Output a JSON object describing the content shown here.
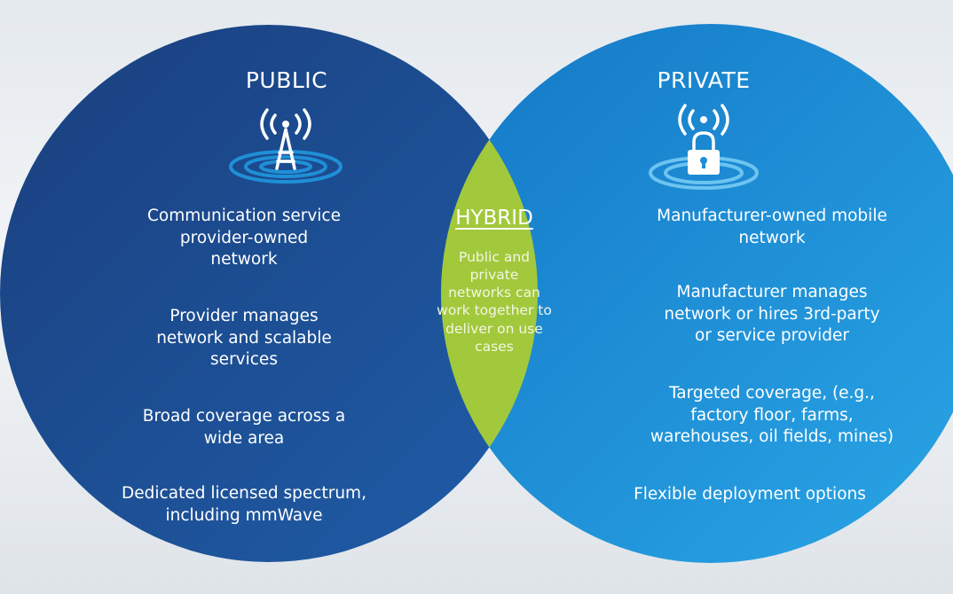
{
  "public": {
    "title": "PUBLIC",
    "items": [
      "Communication service\nprovider-owned\nnetwork",
      "Provider manages\nnetwork and scalable\nservices",
      "Broad coverage across a\nwide area",
      "Dedicated licensed spectrum,\nincluding mmWave"
    ]
  },
  "private": {
    "title": "PRIVATE",
    "items": [
      "Manufacturer-owned mobile\nnetwork",
      "Manufacturer manages\nnetwork or hires 3rd-party\nor service provider",
      "Targeted coverage, (e.g.,\nfactory floor, farms,\nwarehouses, oil fields, mines)",
      "Flexible deployment options"
    ]
  },
  "hybrid": {
    "title": "HYBRID",
    "body": "Public and\nprivate\nnetworks can\nwork together to\ndeliver on use\ncases"
  },
  "colors": {
    "public": "#1b4f91",
    "private": "#1f8fd6",
    "hybrid": "#a2c83c",
    "text": "#ffffff"
  },
  "icons": {
    "public": "cell-tower-icon",
    "private": "wireless-lock-icon"
  }
}
